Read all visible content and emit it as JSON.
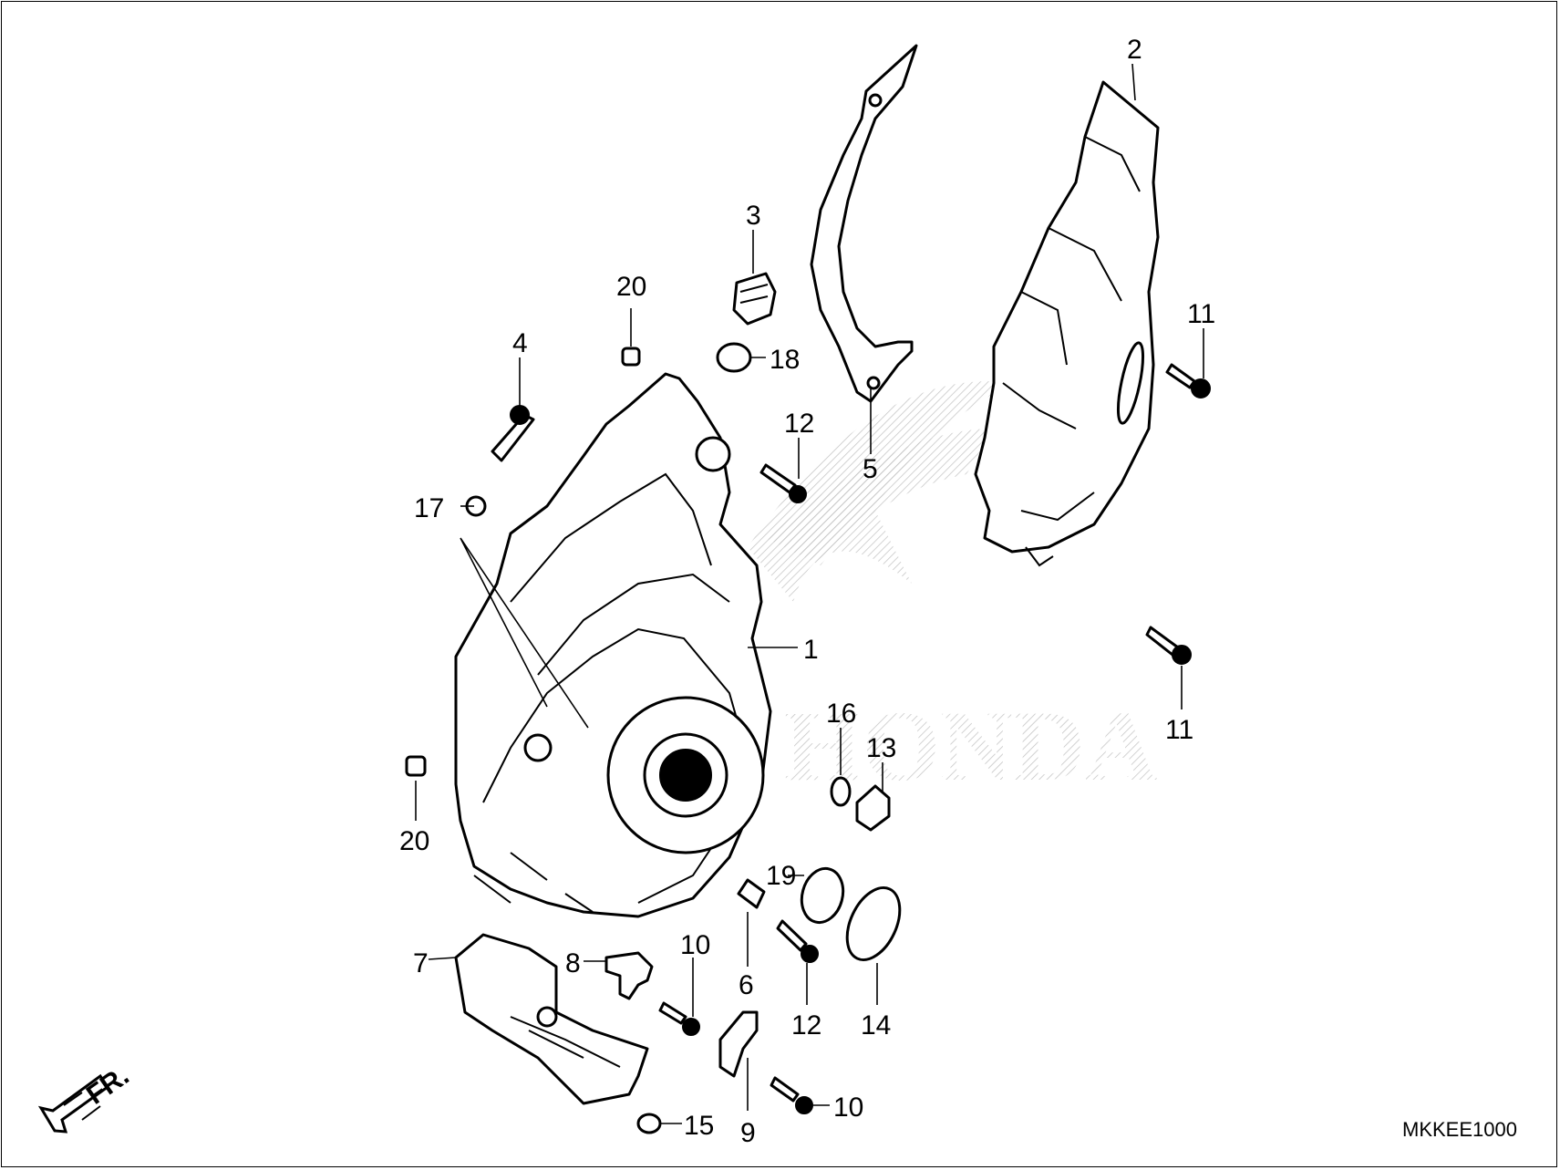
{
  "diagram": {
    "callouts": [
      "1",
      "2",
      "3",
      "4",
      "5",
      "6",
      "7",
      "8",
      "9",
      "10",
      "10",
      "11",
      "11",
      "12",
      "12",
      "13",
      "14",
      "15",
      "16",
      "17",
      "18",
      "19",
      "20",
      "20"
    ],
    "direction_label": "FR.",
    "diagram_code": "MKKEE1000",
    "watermark": "HONDA"
  }
}
